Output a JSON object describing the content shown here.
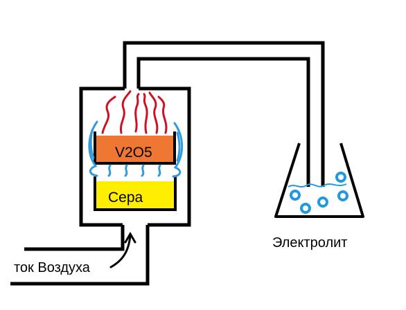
{
  "labels": {
    "catalyst": "V2O5",
    "sulfur": "Сера",
    "electrolyte": "Электролит",
    "air_flow": "ток Воздуха"
  },
  "colors": {
    "outline": "#000000",
    "catalyst_fill": "#ee7733",
    "sulfur_fill": "#ffee00",
    "flame": "#cc1122",
    "heat": "#3399dd",
    "bubble": "#2299dd"
  }
}
